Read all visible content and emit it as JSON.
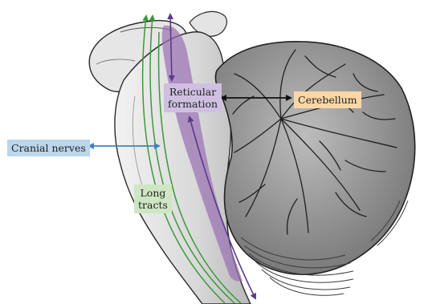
{
  "labels": {
    "cerebellum": "Cerebellum",
    "cranial_nerves": "Cranial nerves",
    "reticular_formation": [
      "Reticular",
      "formation"
    ],
    "long_tracts": [
      "Long",
      "tracts"
    ]
  },
  "colors": {
    "cerebellum_box": "#fbd7a8",
    "cranial_box": "#bcd6ec",
    "reticular_box": "#cfc0e2",
    "long_tracts_box": "#cfe6c4",
    "reticular_region": "#9a6fb4",
    "reticular_arrow": "#5b3a8c",
    "tract_lines": "#3a9a3a",
    "cranial_arrow": "#3a86c4",
    "cerebellum_arrow": "#111111"
  }
}
